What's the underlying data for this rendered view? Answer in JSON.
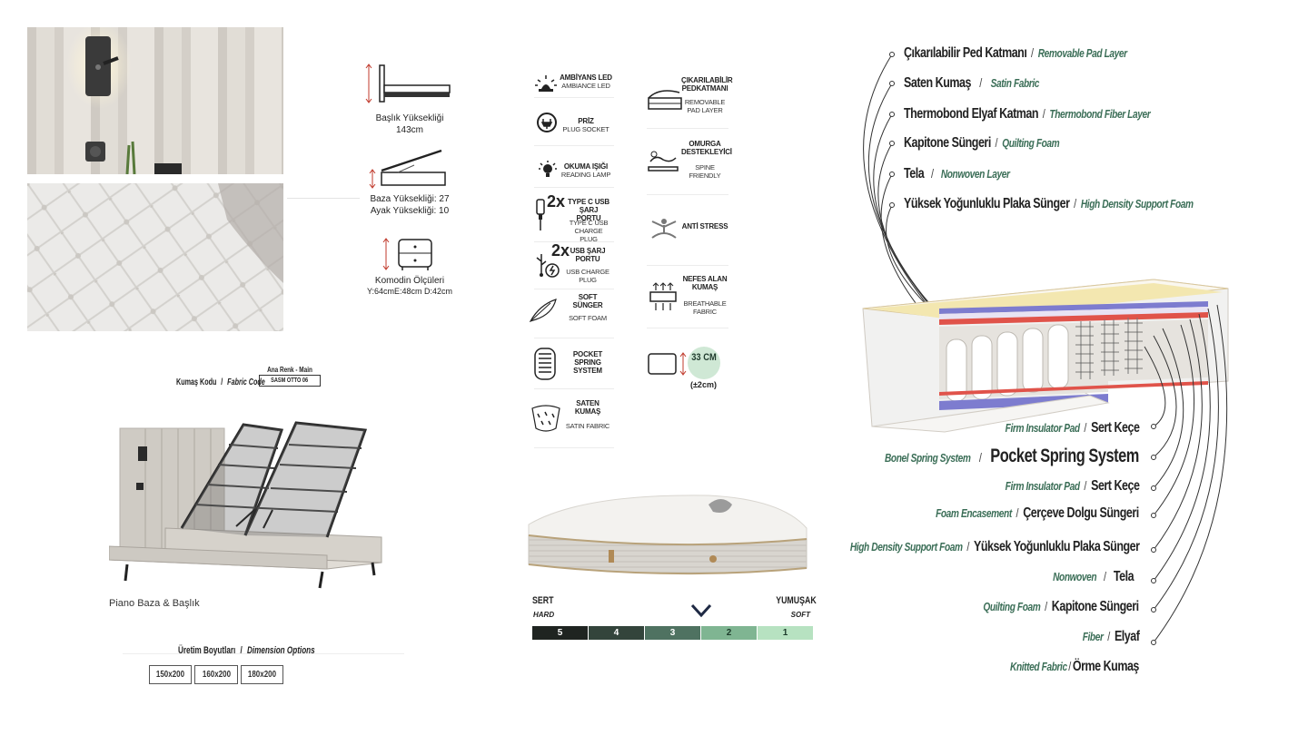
{
  "dimensions": {
    "headboard_label": "Başlık Yüksekliği",
    "headboard_value": "143cm",
    "base_label": "Baza Yüksekliği: 27",
    "leg_label": "Ayak Yüksekliği: 10",
    "nightstand_label": "Komodin Ölçüleri",
    "nightstand_value": "Y:64cmE:48cm D:42cm"
  },
  "fabric": {
    "main_color_label": "Ana Renk - Main",
    "code_label_tr": "Kumaş Kodu",
    "code_label_en": "Fabric Code",
    "code_value": "SASM OTTO 06"
  },
  "product": {
    "name": "Piano Baza & Başlık",
    "sizes_label_tr": "Üretim Boyutları",
    "sizes_label_en": "Dimension Options",
    "sizes": [
      "150x200",
      "160x200",
      "180x200"
    ]
  },
  "features_left": [
    {
      "title": "AMBİYANS LED",
      "sub": "AMBIANCE LED"
    },
    {
      "title": "PRİZ",
      "sub": "PLUG SOCKET"
    },
    {
      "title": "OKUMA IŞIĞI",
      "sub": "READING LAMP"
    },
    {
      "count": "2x",
      "title": "TYPE C USB ŞARJ PORTU",
      "sub": "TYPE C USB CHARGE PLUG"
    },
    {
      "count": "2x",
      "title": "USB ŞARJ PORTU",
      "sub": "USB CHARGE PLUG"
    },
    {
      "title": "SOFT SÜNGER",
      "sub": "SOFT FOAM"
    },
    {
      "title": "POCKET SPRING SYSTEM",
      "sub": ""
    },
    {
      "title": "SATEN KUMAŞ",
      "sub": "SATIN FABRIC"
    }
  ],
  "features_right": [
    {
      "title": "ÇIKARILABİLİR PEDKATMANI",
      "sub": "REMOVABLE PAD LAYER"
    },
    {
      "title": "OMURGA DESTEKLEYİCİ",
      "sub": "SPINE FRIENDLY"
    },
    {
      "title": "ANTİ STRESS",
      "sub": ""
    },
    {
      "title": "NEFES ALAN KUMAŞ",
      "sub": "BREATHABLE FABRIC"
    },
    {
      "title": "33 CM",
      "sub": "(±2cm)"
    }
  ],
  "firmness": {
    "hard_tr": "SERT",
    "hard_en": "HARD",
    "soft_tr": "YUMUŞAK",
    "soft_en": "SOFT",
    "levels": [
      "5",
      "4",
      "3",
      "2",
      "1"
    ],
    "colors": [
      "#1f2421",
      "#33443b",
      "#4f7261",
      "#7fb592",
      "#b7e2c1"
    ],
    "selected_level": 2.5
  },
  "layers_top": [
    {
      "tr": "Çıkarılabilir Ped Katmanı",
      "en": "Removable Pad Layer"
    },
    {
      "tr": "Saten Kumaş",
      "en": "Satin Fabric"
    },
    {
      "tr": "Thermobond Elyaf Katman",
      "en": "Thermobond Fiber Layer"
    },
    {
      "tr": "Kapitone Süngeri",
      "en": "Quilting Foam"
    },
    {
      "tr": "Tela",
      "en": "Nonwoven Layer"
    },
    {
      "tr": "Yüksek Yoğunluklu Plaka Sünger",
      "en": "High Density  Support Foam"
    }
  ],
  "layers_bottom": [
    {
      "en": "Firm Insulator Pad",
      "tr": "Sert Keçe"
    },
    {
      "en": "Bonel Spring System",
      "tr": "Pocket Spring System"
    },
    {
      "en": "Firm Insulator Pad",
      "tr": "Sert Keçe"
    },
    {
      "en": "Foam Encasement",
      "tr": "Çerçeve Dolgu Süngeri"
    },
    {
      "en": "High Density Support Foam",
      "tr": "Yüksek Yoğunluklu Plaka Sünger"
    },
    {
      "en": "Nonwoven",
      "tr": "Tela"
    },
    {
      "en": "Quilting Foam",
      "tr": "Kapitone Süngeri"
    },
    {
      "en": "Fiber",
      "tr": "Elyaf"
    },
    {
      "en": "Knitted Fabric",
      "tr": "Örme Kumaş"
    }
  ]
}
